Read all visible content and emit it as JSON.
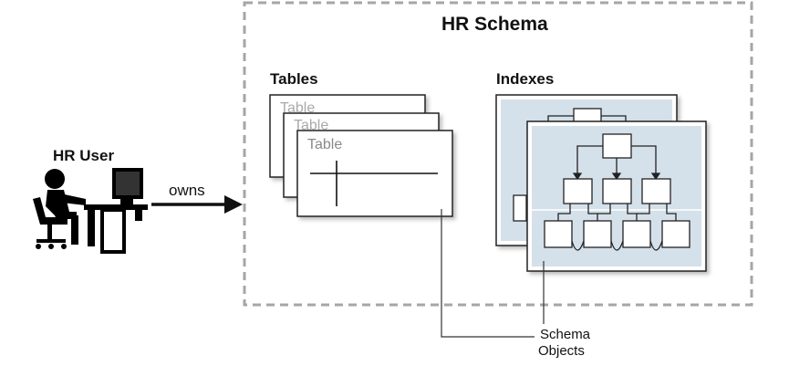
{
  "schema": {
    "title": "HR Schema"
  },
  "user": {
    "label": "HR User"
  },
  "relation": {
    "label": "owns"
  },
  "tables": {
    "heading": "Tables",
    "card_labels": [
      "Table",
      "Table",
      "Table"
    ]
  },
  "indexes": {
    "heading": "Indexes"
  },
  "callout": {
    "line1": "Schema",
    "line2": "Objects"
  },
  "colors": {
    "border": "#a6a6a6",
    "index_fill": "#d5e1ea",
    "table_ghost_text": "#9a9a9a",
    "arrow": "#111111"
  },
  "icons": [
    "user-at-desk-icon",
    "right-arrow-icon",
    "table-card-icon",
    "index-tree-icon"
  ]
}
